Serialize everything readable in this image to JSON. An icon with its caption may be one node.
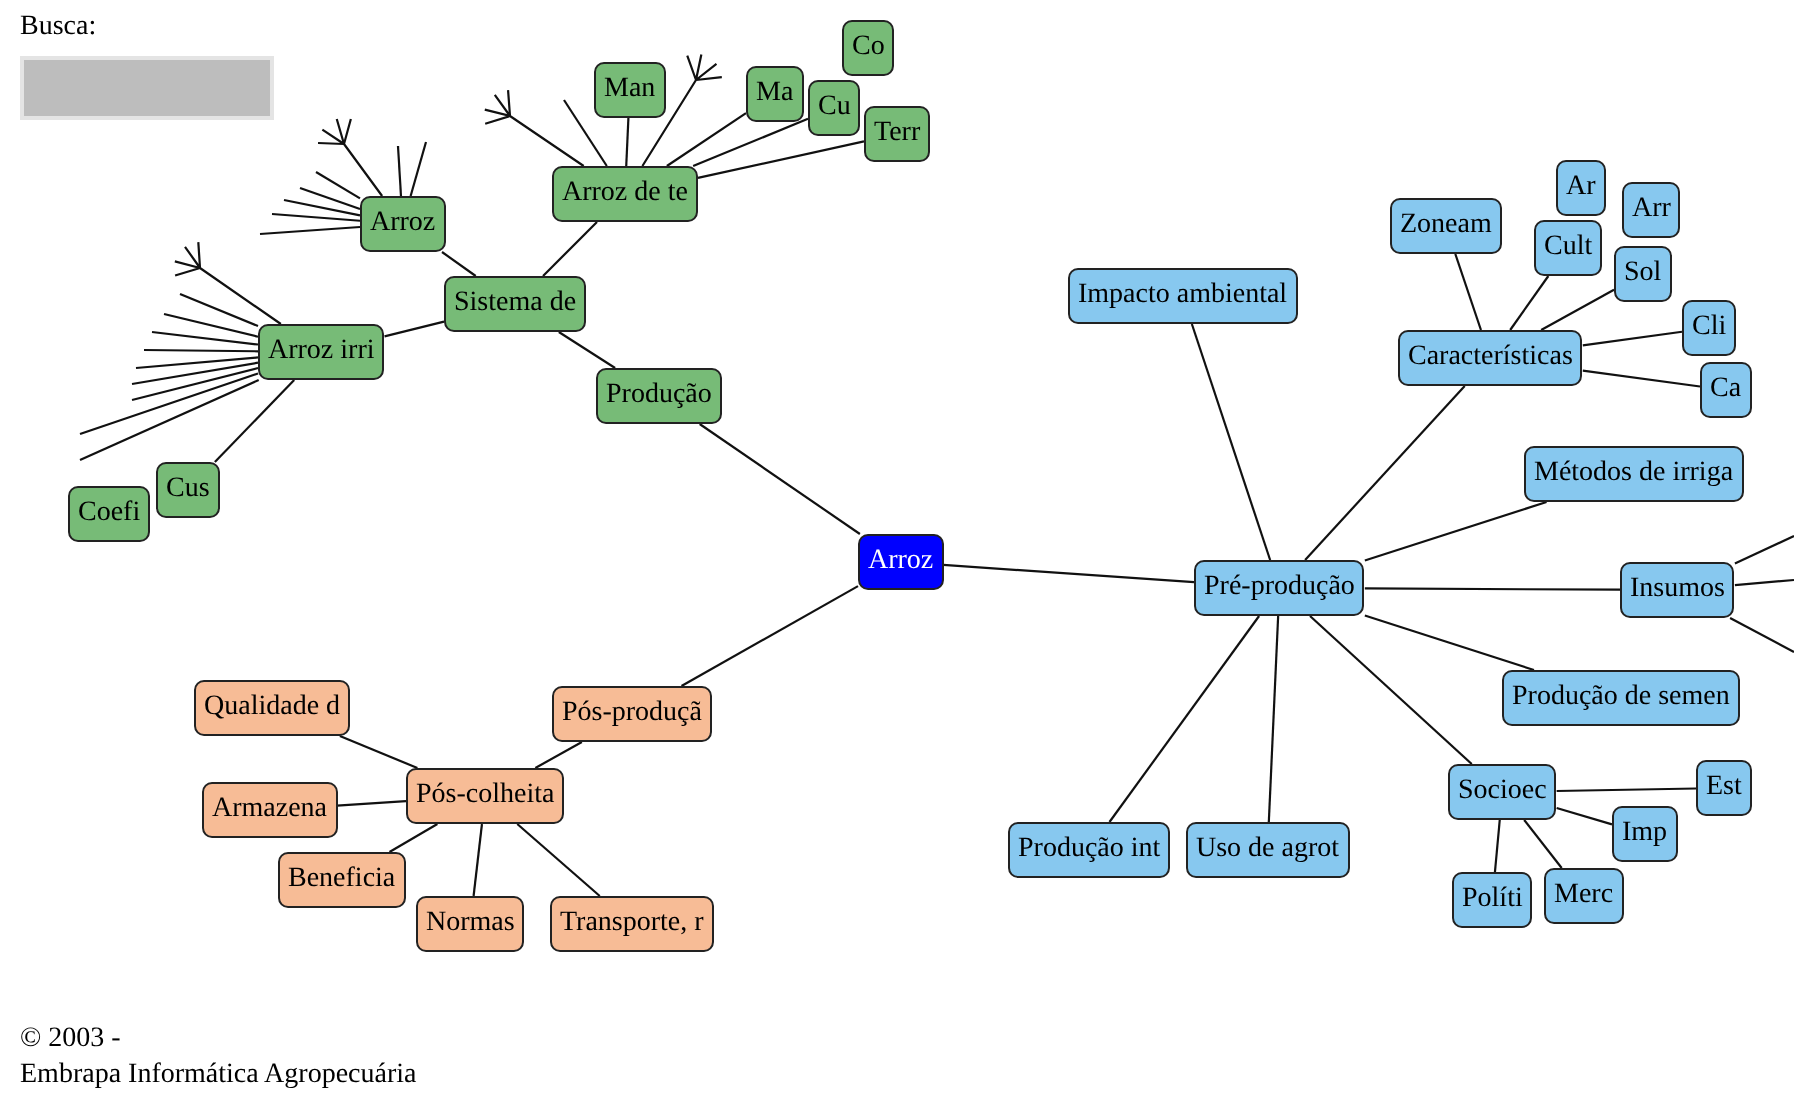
{
  "diagram": {
    "nodes": [
      {
        "text": [
          "Arroz"
        ]
      },
      {
        "text": [
          "Produção"
        ]
      },
      {
        "text": [
          "Sistema de"
        ]
      },
      {
        "text": [
          "Arroz"
        ]
      },
      {
        "text": [
          "Arroz irri"
        ]
      },
      {
        "text": [
          "Arroz de te"
        ]
      },
      {
        "text": [
          "Man"
        ]
      },
      {
        "text": [
          "Ma"
        ]
      },
      {
        "text": [
          "Cu"
        ]
      },
      {
        "text": [
          "Co"
        ]
      },
      {
        "text": [
          "Terr"
        ]
      },
      {
        "text": [
          "Cus"
        ]
      },
      {
        "text": [
          "Coefi"
        ]
      },
      {
        "text": [
          "Pré-produção"
        ]
      },
      {
        "text": [
          "Impacto ambiental"
        ]
      },
      {
        "text": [
          "Características"
        ]
      },
      {
        "text": [
          "Zoneam"
        ]
      },
      {
        "text": [
          "Cult"
        ]
      },
      {
        "text": [
          "Ar"
        ]
      },
      {
        "text": [
          "Arr"
        ]
      },
      {
        "text": [
          "Sol"
        ]
      },
      {
        "text": [
          "Cli"
        ]
      },
      {
        "text": [
          "Ca"
        ]
      },
      {
        "text": [
          "Métodos de irriga"
        ]
      },
      {
        "text": [
          "Insumos"
        ]
      },
      {
        "text": [
          "Produção de semen"
        ]
      },
      {
        "text": [
          "Socioec"
        ]
      },
      {
        "text": [
          "Est"
        ]
      },
      {
        "text": [
          "Imp"
        ]
      },
      {
        "text": [
          "Merc"
        ]
      },
      {
        "text": [
          "Políti"
        ]
      },
      {
        "text": [
          "Produção int"
        ]
      },
      {
        "text": [
          "Uso de agrot"
        ]
      },
      {
        "text": [
          "Pós-produçã"
        ]
      },
      {
        "text": [
          "Pós-colheita"
        ]
      },
      {
        "text": [
          "Qualidade d"
        ]
      },
      {
        "text": [
          "Armazena"
        ]
      },
      {
        "text": [
          "Beneficia"
        ]
      },
      {
        "text": [
          "Normas"
        ]
      },
      {
        "text": [
          "Transporte, r"
        ]
      }
    ],
    "edges": [
      {
        "from": 0,
        "to": 1,
        "arrow": "none"
      },
      {
        "from": 1,
        "to": 2,
        "arrow": "none"
      },
      {
        "from": 2,
        "to": 3,
        "arrow": "none"
      },
      {
        "from": 2,
        "to": 4,
        "arrow": "none"
      },
      {
        "from": 2,
        "to": 5,
        "arrow": "none"
      },
      {
        "from": 5,
        "to": 6,
        "arrow": "none"
      },
      {
        "from": 5,
        "to": 7,
        "arrow": "none"
      },
      {
        "from": 5,
        "to": 8,
        "arrow": "none"
      },
      {
        "from": 5,
        "to": 10,
        "arrow": "none"
      },
      {
        "from": 4,
        "to": 11,
        "arrow": "none"
      },
      {
        "from": 0,
        "to": 13,
        "arrow": "none"
      },
      {
        "from": 13,
        "to": 14,
        "arrow": "none"
      },
      {
        "from": 13,
        "to": 15,
        "arrow": "none"
      },
      {
        "from": 15,
        "to": 16,
        "arrow": "none"
      },
      {
        "from": 15,
        "to": 17,
        "arrow": "none"
      },
      {
        "from": 15,
        "to": 20,
        "arrow": "none"
      },
      {
        "from": 15,
        "to": 21,
        "arrow": "none"
      },
      {
        "from": 15,
        "to": 22,
        "arrow": "none"
      },
      {
        "from": 13,
        "to": 23,
        "arrow": "none"
      },
      {
        "from": 13,
        "to": 24,
        "arrow": "none"
      },
      {
        "from": 13,
        "to": 25,
        "arrow": "none"
      },
      {
        "from": 13,
        "to": 26,
        "arrow": "none"
      },
      {
        "from": 13,
        "to": 31,
        "arrow": "none"
      },
      {
        "from": 13,
        "to": 32,
        "arrow": "none"
      },
      {
        "from": 26,
        "to": 27,
        "arrow": "none"
      },
      {
        "from": 26,
        "to": 28,
        "arrow": "none"
      },
      {
        "from": 26,
        "to": 29,
        "arrow": "none"
      },
      {
        "from": 26,
        "to": 30,
        "arrow": "none"
      },
      {
        "from": 0,
        "to": 33,
        "arrow": "none"
      },
      {
        "from": 33,
        "to": 34,
        "arrow": "none"
      },
      {
        "from": 34,
        "to": 35,
        "arrow": "none"
      },
      {
        "from": 34,
        "to": 36,
        "arrow": "none"
      },
      {
        "from": 34,
        "to": 37,
        "arrow": "none"
      },
      {
        "from": 34,
        "to": 38,
        "arrow": "none"
      },
      {
        "from": 34,
        "to": 39,
        "arrow": "none"
      },
      {
        "from": 3,
        "to": null,
        "arrow": "none"
      },
      {
        "from": 3,
        "to": null,
        "arrow": "none"
      },
      {
        "from": 3,
        "to": null,
        "arrow": "none"
      },
      {
        "from": 3,
        "to": null,
        "arrow": "none"
      },
      {
        "from": 3,
        "to": null,
        "arrow": "none"
      },
      {
        "from": 3,
        "to": null,
        "arrow": "none"
      },
      {
        "from": 3,
        "to": null,
        "arrow": "none"
      },
      {
        "from": 3,
        "to": null,
        "arrow": "none"
      },
      {
        "from": 4,
        "to": null,
        "arrow": "none"
      },
      {
        "from": 4,
        "to": null,
        "arrow": "none"
      },
      {
        "from": 4,
        "to": null,
        "arrow": "none"
      },
      {
        "from": 4,
        "to": null,
        "arrow": "none"
      },
      {
        "from": 4,
        "to": null,
        "arrow": "none"
      },
      {
        "from": 4,
        "to": null,
        "arrow": "none"
      },
      {
        "from": 4,
        "to": null,
        "arrow": "none"
      },
      {
        "from": 4,
        "to": null,
        "arrow": "none"
      },
      {
        "from": 4,
        "to": null,
        "arrow": "none"
      },
      {
        "from": 4,
        "to": null,
        "arrow": "none"
      },
      {
        "from": 5,
        "to": null,
        "arrow": "none"
      },
      {
        "from": 5,
        "to": null,
        "arrow": "none"
      },
      {
        "from": 5,
        "to": null,
        "arrow": "none"
      },
      {
        "from": 24,
        "to": null,
        "arrow": "none"
      },
      {
        "from": 24,
        "to": null,
        "arrow": "none"
      },
      {
        "from": 24,
        "to": null,
        "arrow": "none"
      }
    ],
    "labels": [
      "Busca:",
      "© 2003 -",
      "Embrapa Informática Agropecuária"
    ]
  }
}
